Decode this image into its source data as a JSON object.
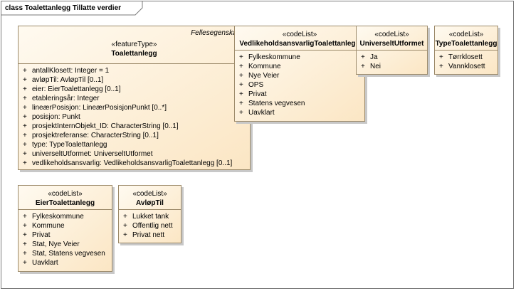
{
  "frame": {
    "title": "class Toalettanlegg Tillatte verdier"
  },
  "classes": {
    "toalettanlegg": {
      "package": "Fellesegenskaper",
      "stereotype": "«featureType»",
      "name": "Toalettanlegg",
      "attributes": [
        "antallKlosett: Integer = 1",
        "avløpTil: AvløpTil [0..1]",
        "eier: EierToalettanlegg [0..1]",
        "etableringsår: Integer",
        "lineærPosisjon: LineærPosisjonPunkt [0..*]",
        "posisjon: Punkt",
        "prosjektInternObjekt_ID: CharacterString [0..1]",
        "prosjektreferanse: CharacterString [0..1]",
        "type: TypeToalettanlegg",
        "universeltUtformet: UniverseltUtformet",
        "vedlikeholdsansvarlig: VedlikeholdsansvarligToalettanlegg [0..1]"
      ]
    },
    "vedlikehold": {
      "stereotype": "«codeList»",
      "name": "VedlikeholdsansvarligToalettanlegg",
      "attributes": [
        "Fylkeskommune",
        "Kommune",
        "Nye Veier",
        "OPS",
        "Privat",
        "Statens vegvesen",
        "Uavklart"
      ]
    },
    "universelt": {
      "stereotype": "«codeList»",
      "name": "UniverseltUtformet",
      "attributes": [
        "Ja",
        "Nei"
      ]
    },
    "type": {
      "stereotype": "«codeList»",
      "name": "TypeToalettanlegg",
      "attributes": [
        "Tørrklosett",
        "Vannklosett"
      ]
    },
    "eier": {
      "stereotype": "«codeList»",
      "name": "EierToalettanlegg",
      "attributes": [
        "Fylkeskommune",
        "Kommune",
        "Privat",
        "Stat, Nye Veier",
        "Stat, Statens vegvesen",
        "Uavklart"
      ]
    },
    "avlop": {
      "stereotype": "«codeList»",
      "name": "AvløpTil",
      "attributes": [
        "Lukket tank",
        "Offentlig nett",
        "Privat nett"
      ]
    }
  },
  "visibility_symbol": "+"
}
